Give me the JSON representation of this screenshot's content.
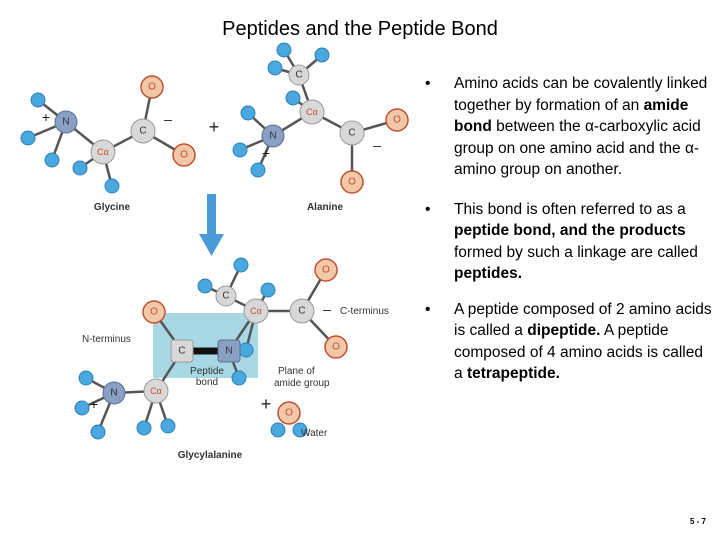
{
  "title": "Peptides and the Peptide Bond",
  "figure": {
    "labels": {
      "glycine": "Glycine",
      "alanine": "Alanine",
      "n_terminus": "N-terminus",
      "c_terminus": "C-terminus",
      "peptide_bond": [
        "Peptide",
        "bond"
      ],
      "plane": [
        "Plane of",
        "amide group"
      ],
      "water": "Water",
      "glycylalanine": "Glycylalanine"
    },
    "atoms": {
      "C": "C",
      "N": "N",
      "O": "O",
      "Ca": "Cα"
    },
    "charges": {
      "plus": "+",
      "minus": "–"
    }
  },
  "bullets": [
    {
      "parts": [
        {
          "text": "Amino acids can be covalently linked together by formation of an ",
          "bold": false
        },
        {
          "text": "amide bond",
          "bold": true
        },
        {
          "text": " between the α-carboxylic acid group on one amino acid and the α-amino group on another.",
          "bold": false
        }
      ]
    },
    {
      "parts": [
        {
          "text": "This bond is often referred to as a ",
          "bold": false
        },
        {
          "text": "peptide bond, and the products",
          "bold": true
        },
        {
          "text": " formed by such a linkage are called ",
          "bold": false
        },
        {
          "text": "peptides.",
          "bold": true
        }
      ]
    },
    {
      "parts": [
        {
          "text": "A peptide composed of 2 amino acids is called a ",
          "bold": false
        },
        {
          "text": "dipeptide.",
          "bold": true
        },
        {
          "text": " A peptide composed of 4 amino acids is called a ",
          "bold": false
        },
        {
          "text": "tetrapeptide.",
          "bold": true
        }
      ]
    }
  ],
  "bullet_marker": "•",
  "slide_number": "5 - 7",
  "colors": {
    "hydrogen": "#4aa8e0",
    "carbon": "#d8d8d8",
    "nitrogen": "#8a9fc4",
    "oxygen": "#f2c8a8",
    "plane": "#a8d8e4",
    "arrow": "#4a9ad8"
  }
}
